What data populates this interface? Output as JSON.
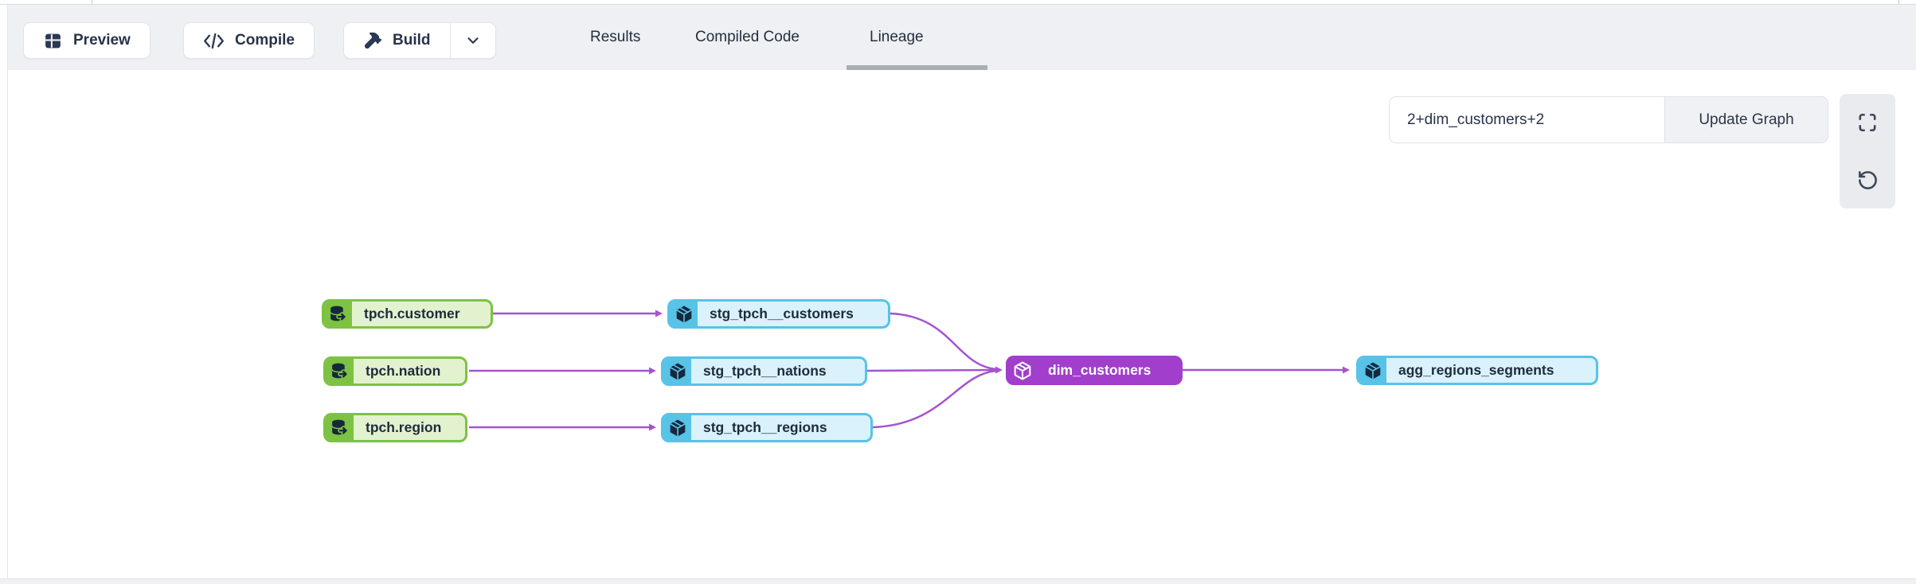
{
  "toolbar": {
    "preview_label": "Preview",
    "compile_label": "Compile",
    "build_label": "Build",
    "icons": {
      "preview": "table-icon",
      "compile": "code-icon",
      "build": "hammer-icon",
      "build_menu": "chevron-down-icon"
    },
    "tabs": [
      {
        "label": "Results",
        "active": false
      },
      {
        "label": "Compiled Code",
        "active": false
      },
      {
        "label": "Lineage",
        "active": true
      }
    ]
  },
  "lineage_controls": {
    "selector_value": "2+dim_customers+2",
    "update_button_label": "Update Graph",
    "icons": {
      "fullscreen": "fullscreen-icon",
      "reset": "rotate-ccw-icon"
    }
  },
  "graph": {
    "selected_node": "dim_customers",
    "nodes": [
      {
        "id": "tpch.customer",
        "label": "tpch.customer",
        "type": "source",
        "icon": "database-icon"
      },
      {
        "id": "tpch.nation",
        "label": "tpch.nation",
        "type": "source",
        "icon": "database-icon"
      },
      {
        "id": "tpch.region",
        "label": "tpch.region",
        "type": "source",
        "icon": "database-icon"
      },
      {
        "id": "stg_tpch__customers",
        "label": "stg_tpch__customers",
        "type": "model",
        "icon": "cube-icon"
      },
      {
        "id": "stg_tpch__nations",
        "label": "stg_tpch__nations",
        "type": "model",
        "icon": "cube-icon"
      },
      {
        "id": "stg_tpch__regions",
        "label": "stg_tpch__regions",
        "type": "model",
        "icon": "cube-icon"
      },
      {
        "id": "dim_customers",
        "label": "dim_customers",
        "type": "model-selected",
        "icon": "cube-icon"
      },
      {
        "id": "agg_regions_segments",
        "label": "agg_regions_segments",
        "type": "model",
        "icon": "cube-icon"
      }
    ],
    "edges": [
      {
        "from": "tpch.customer",
        "to": "stg_tpch__customers"
      },
      {
        "from": "tpch.nation",
        "to": "stg_tpch__nations"
      },
      {
        "from": "tpch.region",
        "to": "stg_tpch__regions"
      },
      {
        "from": "stg_tpch__customers",
        "to": "dim_customers"
      },
      {
        "from": "stg_tpch__nations",
        "to": "dim_customers"
      },
      {
        "from": "stg_tpch__regions",
        "to": "dim_customers"
      },
      {
        "from": "dim_customers",
        "to": "agg_regions_segments"
      }
    ],
    "colors": {
      "source_border": "#7dc242",
      "source_bg": "#e2f2cf",
      "model_border": "#57c3e7",
      "model_bg": "#d9f2fb",
      "selected_fill": "#a13ecb",
      "edge": "#a653cf",
      "node_text": "#1e2b3c"
    }
  }
}
